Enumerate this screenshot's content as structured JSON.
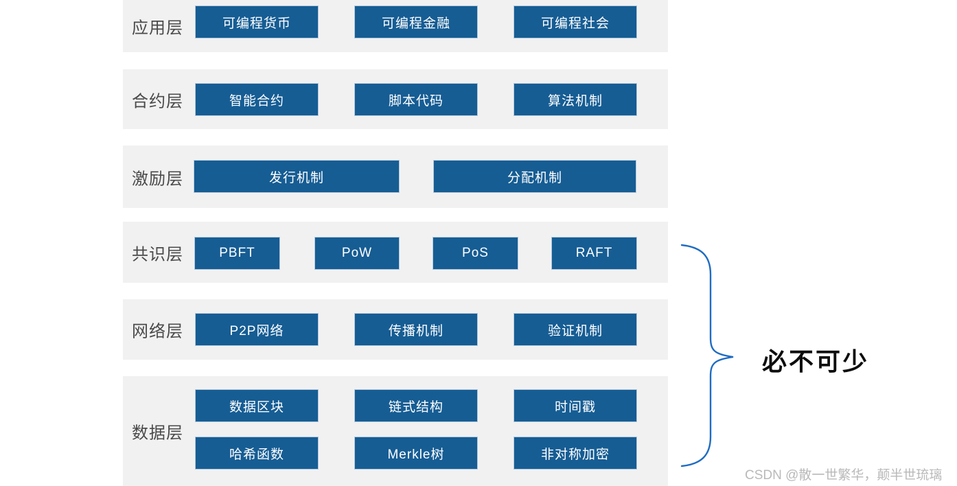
{
  "colors": {
    "band": "#f1f1f2",
    "button_fill": "#165d94",
    "button_border": "#b3c8db",
    "button_text": "#ffffff",
    "label_text": "#4a4a4a",
    "brace_stroke": "#1f6cc2",
    "annotation_text": "#0d0d0d",
    "watermark_text": "#b9b9b9"
  },
  "layers": [
    {
      "label": "应用层",
      "buttons": [
        "可编程货币",
        "可编程金融",
        "可编程社会"
      ]
    },
    {
      "label": "合约层",
      "buttons": [
        "智能合约",
        "脚本代码",
        "算法机制"
      ]
    },
    {
      "label": "激励层",
      "buttons": [
        "发行机制",
        "分配机制"
      ]
    },
    {
      "label": "共识层",
      "buttons": [
        "PBFT",
        "PoW",
        "PoS",
        "RAFT"
      ]
    },
    {
      "label": "网络层",
      "buttons": [
        "P2P网络",
        "传播机制",
        "验证机制"
      ]
    },
    {
      "label": "数据层",
      "buttons": [
        "数据区块",
        "链式结构",
        "时间戳",
        "哈希函数",
        "Merkle树",
        "非对称加密"
      ]
    }
  ],
  "annotation": {
    "brace_label": "必不可少"
  },
  "watermark": "CSDN @散一世繁华，颠半世琉璃"
}
